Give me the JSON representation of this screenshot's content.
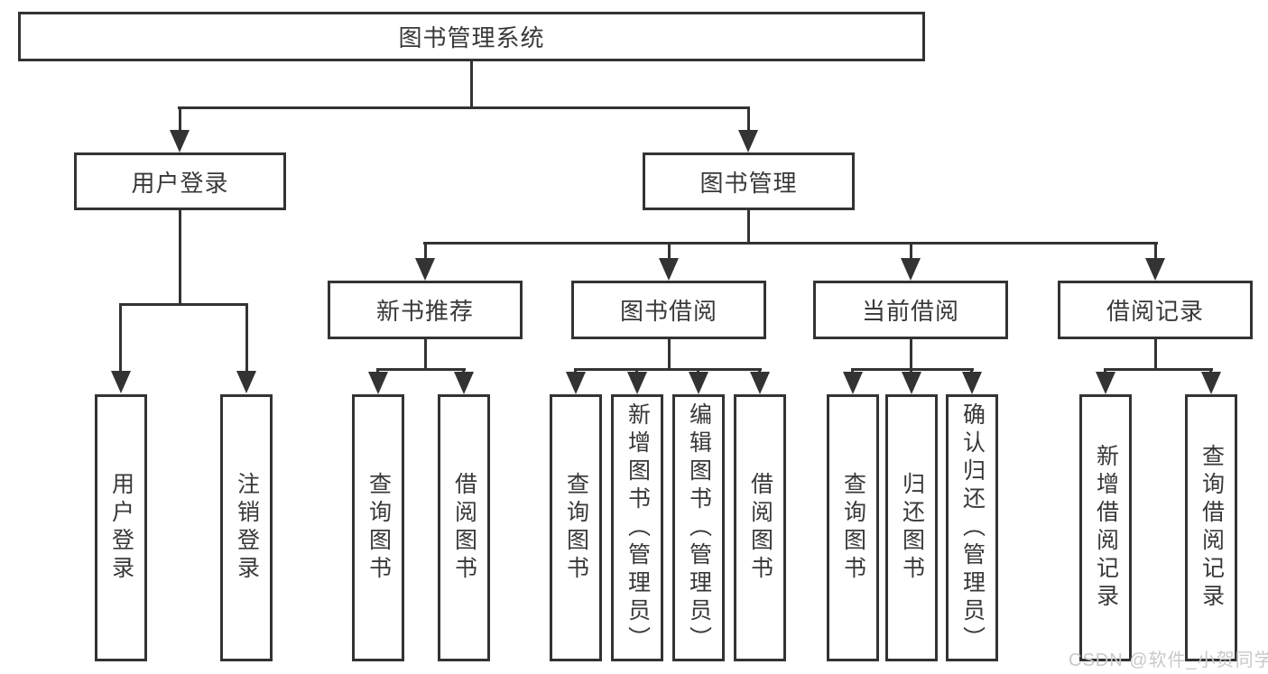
{
  "diagram": {
    "title": "图书管理系统",
    "branches": [
      {
        "label": "用户登录",
        "children": [
          "用户登录",
          "注销登录"
        ]
      },
      {
        "label": "图书管理",
        "sections": [
          {
            "label": "新书推荐",
            "children": [
              "查询图书",
              "借阅图书"
            ]
          },
          {
            "label": "图书借阅",
            "children": [
              "查询图书",
              "新增图书（管理员）",
              "编辑图书（管理员）",
              "借阅图书"
            ]
          },
          {
            "label": "当前借阅",
            "children": [
              "查询图书",
              "归还图书",
              "确认归还（管理员）"
            ]
          },
          {
            "label": "借阅记录",
            "children": [
              "新增借阅记录",
              "查询借阅记录"
            ]
          }
        ]
      }
    ]
  },
  "watermark": {
    "text": "CSDN @软件_小贺同学"
  },
  "colors": {
    "line": "#333333",
    "text": "#383838",
    "watermark": "#c9c9c9",
    "background": "#ffffff"
  }
}
